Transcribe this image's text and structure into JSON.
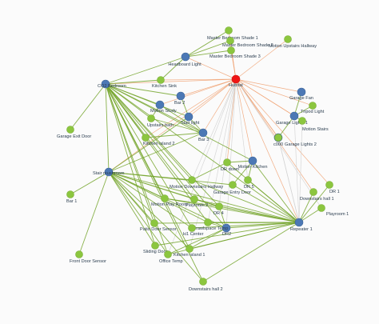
{
  "colors": {
    "hub": "#f01414",
    "hub_stroke": "#c81010",
    "repeater": "#4c78b5",
    "repeater_stroke": "#3e6599",
    "device": "#8cc63f",
    "device_stroke": "#79ad35",
    "link_mesh": "#74a52c",
    "link_hub": "#f0a070",
    "link_weak": "#d3d3d3",
    "label": "#2c3e50",
    "background": "#fbfbfb"
  },
  "node_kinds": [
    "hub",
    "repeater",
    "device"
  ],
  "nodes": [
    {
      "id": "hubitat",
      "label": "Hubitat",
      "kind": "hub"
    },
    {
      "id": "co2",
      "label": "CO2 Bedroom",
      "kind": "repeater"
    },
    {
      "id": "headboard",
      "label": "Headboard Light",
      "kind": "repeater"
    },
    {
      "id": "motion_study",
      "label": "Motion Study",
      "kind": "repeater"
    },
    {
      "id": "garage_fan",
      "label": "Garage Fan",
      "kind": "repeater"
    },
    {
      "id": "garage_lights1",
      "label": "Garage Lights 1",
      "kind": "repeater"
    },
    {
      "id": "garage_lights2",
      "label": "Garage Lights 2",
      "kind": "repeater"
    },
    {
      "id": "motion_kitchen",
      "label": "Motion Kitchen",
      "kind": "repeater"
    },
    {
      "id": "stair_light",
      "label": "Stair light",
      "kind": "repeater"
    },
    {
      "id": "stair_mushroom",
      "label": "Stair mushroom",
      "kind": "repeater"
    },
    {
      "id": "bar2",
      "label": "Bar 2",
      "kind": "repeater"
    },
    {
      "id": "bar3",
      "label": "Bar 3",
      "kind": "repeater"
    },
    {
      "id": "dr2",
      "label": "DR2",
      "kind": "repeater"
    },
    {
      "id": "repeater1",
      "label": "Repeater 1",
      "kind": "repeater"
    },
    {
      "id": "mbs1",
      "label": "Master Bedroom Shade 1",
      "kind": "device"
    },
    {
      "id": "mbs2",
      "label": "Master Bedroom Shade 2",
      "kind": "device"
    },
    {
      "id": "mbs3",
      "label": "Master Bedroom Shade 3",
      "kind": "device"
    },
    {
      "id": "motion_upstairs",
      "label": "Motion Upstairs Hallway",
      "kind": "device"
    },
    {
      "id": "kitchen_sink",
      "label": "Kitchen Sink",
      "kind": "device"
    },
    {
      "id": "upstairs_bath",
      "label": "Upstairs bath",
      "kind": "device"
    },
    {
      "id": "garage_exit",
      "label": "Garage Exit Door",
      "kind": "device"
    },
    {
      "id": "kitchen_island2",
      "label": "Kitchen island 2",
      "kind": "device"
    },
    {
      "id": "bar1",
      "label": "Bar 1",
      "kind": "device"
    },
    {
      "id": "tripod",
      "label": "Tripod Light",
      "kind": "device"
    },
    {
      "id": "motion_stairs",
      "label": "Motion Stairs",
      "kind": "device"
    },
    {
      "id": "c000",
      "label": "c000",
      "kind": "device"
    },
    {
      "id": "dr_down",
      "label": "DR down",
      "kind": "device"
    },
    {
      "id": "motion_dh",
      "label": "Motion Downstairs Hallway",
      "kind": "device"
    },
    {
      "id": "garage_entry",
      "label": "Garage Entry Door",
      "kind": "device"
    },
    {
      "id": "dr5",
      "label": "DR 5",
      "kind": "device"
    },
    {
      "id": "dh1",
      "label": "Downstairs hall 1",
      "kind": "device"
    },
    {
      "id": "dr1",
      "label": "DR 1",
      "kind": "device"
    },
    {
      "id": "playroom1",
      "label": "Playroom 1",
      "kind": "device"
    },
    {
      "id": "mpr",
      "label": "Motion Play Room",
      "kind": "device"
    },
    {
      "id": "playroom2",
      "label": "Playroom 2",
      "kind": "device"
    },
    {
      "id": "dr4",
      "label": "DR 4",
      "kind": "device"
    },
    {
      "id": "crawl",
      "label": "Crawlspace Temp",
      "kind": "device"
    },
    {
      "id": "patio",
      "label": "Patio Door Sensor",
      "kind": "device"
    },
    {
      "id": "ki_center",
      "label": "ki1 Center",
      "kind": "device"
    },
    {
      "id": "sliding",
      "label": "Sliding Door",
      "kind": "device"
    },
    {
      "id": "ki1",
      "label": "Kitchen island 1",
      "kind": "device"
    },
    {
      "id": "office",
      "label": "Office Temp",
      "kind": "device"
    },
    {
      "id": "front_door",
      "label": "Front Door Sensor",
      "kind": "device"
    },
    {
      "id": "dh2",
      "label": "Downstairs hall 2",
      "kind": "device"
    }
  ],
  "links": [
    [
      "hubitat",
      "mbs1",
      "link_hub"
    ],
    [
      "hubitat",
      "mbs2",
      "link_hub"
    ],
    [
      "hubitat",
      "mbs3",
      "link_hub"
    ],
    [
      "hubitat",
      "motion_upstairs",
      "link_hub"
    ],
    [
      "hubitat",
      "headboard",
      "link_hub"
    ],
    [
      "hubitat",
      "kitchen_sink",
      "link_hub"
    ],
    [
      "hubitat",
      "co2",
      "link_hub"
    ],
    [
      "hubitat",
      "bar2",
      "link_hub"
    ],
    [
      "hubitat",
      "motion_study",
      "link_hub"
    ],
    [
      "hubitat",
      "stair_light",
      "link_hub"
    ],
    [
      "hubitat",
      "bar3",
      "link_hub"
    ],
    [
      "hubitat",
      "kitchen_island2",
      "link_hub"
    ],
    [
      "hubitat",
      "stair_mushroom",
      "link_hub"
    ],
    [
      "hubitat",
      "garage_fan",
      "link_hub"
    ],
    [
      "hubitat",
      "tripod",
      "link_hub"
    ],
    [
      "hubitat",
      "garage_lights1",
      "link_hub"
    ],
    [
      "hubitat",
      "motion_stairs",
      "link_hub"
    ],
    [
      "hubitat",
      "garage_lights2",
      "link_hub"
    ],
    [
      "hubitat",
      "c000",
      "link_hub"
    ],
    [
      "hubitat",
      "motion_kitchen",
      "link_hub"
    ],
    [
      "hubitat",
      "dr_down",
      "link_hub"
    ],
    [
      "hubitat",
      "dh1",
      "link_hub"
    ],
    [
      "hubitat",
      "dr1",
      "link_hub"
    ],
    [
      "hubitat",
      "repeater1",
      "link_hub"
    ],
    [
      "hubitat",
      "dr5",
      "link_weak"
    ],
    [
      "hubitat",
      "dr4",
      "link_weak"
    ],
    [
      "hubitat",
      "dr2",
      "link_weak"
    ],
    [
      "hubitat",
      "ki1",
      "link_weak"
    ],
    [
      "hubitat",
      "office",
      "link_weak"
    ],
    [
      "hubitat",
      "playroom1",
      "link_weak"
    ],
    [
      "hubitat",
      "motion_dh",
      "link_weak"
    ],
    [
      "hubitat",
      "crawl",
      "link_weak"
    ],
    [
      "co2",
      "kitchen_sink",
      "link_mesh"
    ],
    [
      "co2",
      "bar2",
      "link_mesh"
    ],
    [
      "co2",
      "motion_study",
      "link_mesh"
    ],
    [
      "co2",
      "upstairs_bath",
      "link_mesh"
    ],
    [
      "co2",
      "stair_light",
      "link_mesh"
    ],
    [
      "co2",
      "bar3",
      "link_mesh"
    ],
    [
      "co2",
      "kitchen_island2",
      "link_mesh"
    ],
    [
      "co2",
      "garage_exit",
      "link_mesh"
    ],
    [
      "co2",
      "motion_dh",
      "link_mesh"
    ],
    [
      "co2",
      "mpr",
      "link_mesh"
    ],
    [
      "co2",
      "playroom2",
      "link_mesh"
    ],
    [
      "co2",
      "dr4",
      "link_mesh"
    ],
    [
      "co2",
      "crawl",
      "link_mesh"
    ],
    [
      "co2",
      "patio",
      "link_mesh"
    ],
    [
      "co2",
      "ki_center",
      "link_mesh"
    ],
    [
      "co2",
      "sliding",
      "link_mesh"
    ],
    [
      "co2",
      "ki1",
      "link_mesh"
    ],
    [
      "co2",
      "office",
      "link_mesh"
    ],
    [
      "co2",
      "dr2",
      "link_mesh"
    ],
    [
      "co2",
      "repeater1",
      "link_mesh"
    ],
    [
      "co2",
      "dh2",
      "link_mesh"
    ],
    [
      "co2",
      "headboard",
      "link_mesh"
    ],
    [
      "co2",
      "stair_mushroom",
      "link_mesh"
    ],
    [
      "co2",
      "motion_kitchen",
      "link_mesh"
    ],
    [
      "stair_mushroom",
      "bar3",
      "link_mesh"
    ],
    [
      "stair_mushroom",
      "bar1",
      "link_mesh"
    ],
    [
      "stair_mushroom",
      "front_door",
      "link_mesh"
    ],
    [
      "stair_mushroom",
      "motion_dh",
      "link_mesh"
    ],
    [
      "stair_mushroom",
      "mpr",
      "link_mesh"
    ],
    [
      "stair_mushroom",
      "patio",
      "link_mesh"
    ],
    [
      "stair_mushroom",
      "ki_center",
      "link_mesh"
    ],
    [
      "stair_mushroom",
      "sliding",
      "link_mesh"
    ],
    [
      "stair_mushroom",
      "ki1",
      "link_mesh"
    ],
    [
      "stair_mushroom",
      "office",
      "link_mesh"
    ],
    [
      "stair_mushroom",
      "crawl",
      "link_mesh"
    ],
    [
      "stair_mushroom",
      "dr2",
      "link_mesh"
    ],
    [
      "stair_mushroom",
      "dh2",
      "link_mesh"
    ],
    [
      "stair_mushroom",
      "repeater1",
      "link_mesh"
    ],
    [
      "stair_mushroom",
      "playroom2",
      "link_mesh"
    ],
    [
      "stair_mushroom",
      "dr4",
      "link_mesh"
    ],
    [
      "stair_mushroom",
      "garage_entry",
      "link_mesh"
    ],
    [
      "stair_mushroom",
      "stair_light",
      "link_mesh"
    ],
    [
      "repeater1",
      "dr1",
      "link_mesh"
    ],
    [
      "repeater1",
      "dh1",
      "link_mesh"
    ],
    [
      "repeater1",
      "playroom1",
      "link_mesh"
    ],
    [
      "repeater1",
      "dr5",
      "link_mesh"
    ],
    [
      "repeater1",
      "garage_entry",
      "link_mesh"
    ],
    [
      "repeater1",
      "motion_dh",
      "link_mesh"
    ],
    [
      "repeater1",
      "playroom2",
      "link_mesh"
    ],
    [
      "repeater1",
      "dr4",
      "link_mesh"
    ],
    [
      "repeater1",
      "crawl",
      "link_mesh"
    ],
    [
      "repeater1",
      "dr2",
      "link_mesh"
    ],
    [
      "repeater1",
      "ki1",
      "link_mesh"
    ],
    [
      "repeater1",
      "office",
      "link_mesh"
    ],
    [
      "repeater1",
      "sliding",
      "link_mesh"
    ],
    [
      "repeater1",
      "ki_center",
      "link_mesh"
    ],
    [
      "repeater1",
      "patio",
      "link_mesh"
    ],
    [
      "repeater1",
      "mpr",
      "link_mesh"
    ],
    [
      "repeater1",
      "dh2",
      "link_mesh"
    ],
    [
      "repeater1",
      "motion_kitchen",
      "link_mesh"
    ],
    [
      "repeater1",
      "dr_down",
      "link_mesh"
    ],
    [
      "repeater1",
      "garage_lights2",
      "link_weak"
    ],
    [
      "repeater1",
      "c000",
      "link_weak"
    ],
    [
      "repeater1",
      "motion_stairs",
      "link_weak"
    ],
    [
      "repeater1",
      "garage_lights1",
      "link_weak"
    ],
    [
      "headboard",
      "mbs1",
      "link_mesh"
    ],
    [
      "headboard",
      "mbs2",
      "link_mesh"
    ],
    [
      "headboard",
      "mbs3",
      "link_mesh"
    ],
    [
      "headboard",
      "kitchen_sink",
      "link_mesh"
    ],
    [
      "motion_kitchen",
      "dr5",
      "link_mesh"
    ],
    [
      "motion_kitchen",
      "garage_entry",
      "link_mesh"
    ],
    [
      "motion_kitchen",
      "dr_down",
      "link_mesh"
    ],
    [
      "bar3",
      "stair_light",
      "link_mesh"
    ],
    [
      "bar3",
      "motion_study",
      "link_mesh"
    ],
    [
      "bar3",
      "upstairs_bath",
      "link_mesh"
    ],
    [
      "bar2",
      "stair_light",
      "link_mesh"
    ],
    [
      "bar3",
      "kitchen_island2",
      "link_mesh"
    ],
    [
      "motion_study",
      "upstairs_bath",
      "link_mesh"
    ],
    [
      "dr2",
      "crawl",
      "link_mesh"
    ],
    [
      "dr2",
      "dr4",
      "link_mesh"
    ],
    [
      "dr2",
      "office",
      "link_mesh"
    ],
    [
      "dr2",
      "ki1",
      "link_mesh"
    ],
    [
      "dr4",
      "playroom2",
      "link_mesh"
    ],
    [
      "dr4",
      "mpr",
      "link_mesh"
    ],
    [
      "dr_down",
      "motion_dh",
      "link_mesh"
    ],
    [
      "garage_lights1",
      "garage_fan",
      "link_mesh"
    ],
    [
      "garage_lights1",
      "tripod",
      "link_mesh"
    ],
    [
      "garage_lights1",
      "motion_stairs",
      "link_mesh"
    ],
    [
      "garage_lights2",
      "c000",
      "link_mesh"
    ],
    [
      "garage_lights2",
      "garage_lights1",
      "link_mesh"
    ]
  ]
}
